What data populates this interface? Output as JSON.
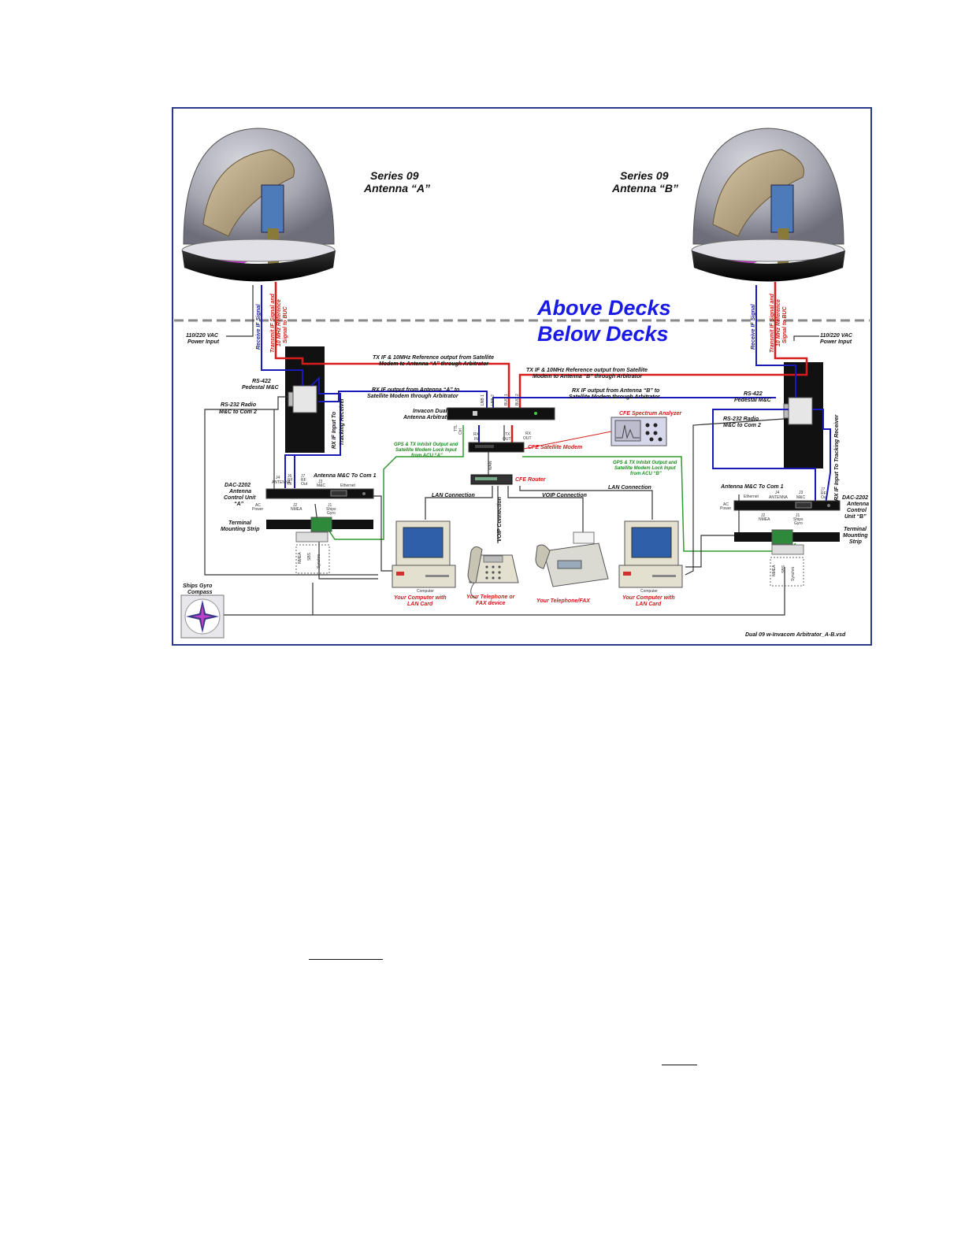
{
  "antenna_a": {
    "title_line1": "Series 09",
    "title_line2": "Antenna “A”"
  },
  "antenna_b": {
    "title_line1": "Series 09",
    "title_line2": "Antenna “B”"
  },
  "deck": {
    "above": "Above Decks",
    "below": "Below Decks"
  },
  "power_a": {
    "line1": "110/220 VAC",
    "line2": "Power Input"
  },
  "power_b": {
    "line1": "110/220 VAC",
    "line2": "Power Input"
  },
  "cable_a": {
    "rx_if": "Receive IF Signal",
    "tx_line1": "Transmit IF Signal and",
    "tx_line2": "10 MHz Reference",
    "tx_line3": "Signal to BUC"
  },
  "cable_b": {
    "rx_if": "Receive IF Signal",
    "tx_line1": "Transmit IF Signal and",
    "tx_line2": "10 MHz Reference",
    "tx_line3": "Signal to BUC"
  },
  "tx_ref_a": {
    "line1": "TX IF & 10MHz Reference output from Satellite",
    "line2": "Modem to Antenna “A” through Arbitrator"
  },
  "tx_ref_b": {
    "line1": "TX IF & 10MHz Reference output from Satellite",
    "line2": "Modem to Antenna “B” through Arbitrator"
  },
  "rx_out_a": {
    "line1": "RX IF output from Antenna “A” to",
    "line2": "Satellite Modem through Arbitrator"
  },
  "rx_out_b": {
    "line1": "RX IF output from Antenna “B” to",
    "line2": "Satellite Modem through Arbitrator"
  },
  "pedestal_a": {
    "line1": "RS-422",
    "line2": "Pedestal M&C"
  },
  "pedestal_b": {
    "line1": "RS-422",
    "line2": "Pedestal M&C"
  },
  "radio_a": {
    "line1": "RS-232 Radio",
    "line2": "M&C to Com 2"
  },
  "radio_b": {
    "line1": "RS-232 Radio",
    "line2": "M&C to Com 2"
  },
  "tracking_a": {
    "line1": "RX IF Input To",
    "line2": "Tracking Receiver"
  },
  "tracking_b": {
    "line1": "RX IF Input To Tracking Receiver"
  },
  "arbitrator": {
    "line1": "Invacon Dual",
    "line2": "Antenna Arbitrator",
    "port_lnb1": "LNB 1",
    "port_lnb2": "LNB 2",
    "port_buc1": "BUC 1",
    "port_buc2": "BUC 2",
    "port_ttl": "TTL",
    "port_ttl2": "Ctrl"
  },
  "modem": {
    "label": "CFE Satellite Modem",
    "rx_in": "RX",
    "rx_in2": "IN",
    "tx_out": "TX",
    "tx_out2": "OUT",
    "rx_out": "RX",
    "rx_out2": "OUT"
  },
  "spectrum": {
    "label": "CFE Spectrum Analyzer"
  },
  "router": {
    "label": "CFE Router",
    "wan": "WAN"
  },
  "gps_a": {
    "line1": "GPS & TX Inhibit Output and",
    "line2": "Satellite Modem Lock Input",
    "line3": "from ACU “A”"
  },
  "gps_b": {
    "line1": "GPS & TX Inhibit Output and",
    "line2": "Satellite Modem Lock Input",
    "line3": "from ACU “B”"
  },
  "acu_a": {
    "line1": "DAC-2202",
    "line2": "Antenna",
    "line3": "Control Unit",
    "line4": "“A”",
    "mc_com": "Antenna M&C To Com 1",
    "j4": "J4",
    "j4b": "ANTENNA",
    "j6": "J6",
    "j6b": "RF",
    "j6c": "IN",
    "j7": "J7",
    "j7b": "RF",
    "j7c": "Out",
    "j3": "J3",
    "j3b": "M&C",
    "eth": "Ethernet",
    "ac": "AC",
    "acb": "Power",
    "j2": "J2",
    "j2b": "NMEA",
    "j1": "J1",
    "j1b": "Ships",
    "j1c": "Gyro"
  },
  "acu_b": {
    "line1": "DAC-2202",
    "line2": "Antenna",
    "line3": "Control",
    "line4": "Unit “B”",
    "mc_com": "Antenna M&C To Com 1",
    "eth": "Ethernet",
    "j4": "J4",
    "j4b": "ANTENNA",
    "j3": "J3",
    "j3b": "M&C",
    "j7": "J7",
    "j7b": "RF",
    "j7c": "Out",
    "ac": "AC",
    "acb": "Power",
    "j2": "J2",
    "j2b": "NMEA",
    "j1": "J1",
    "j1b": "Ships",
    "j1c": "Gyro"
  },
  "terminal_a": {
    "line1": "Terminal",
    "line2": "Mounting Strip"
  },
  "terminal_b": {
    "line1": "Terminal",
    "line2": "Mounting",
    "line3": "Strip"
  },
  "gyro_leads_a": {
    "nmea": "NMEA",
    "sbs": "SBS",
    "synchro": "Synchro"
  },
  "gyro_leads_b": {
    "nmea": "NMEA",
    "sbs": "SBS",
    "synchro": "Synchro"
  },
  "network": {
    "lan_a": "LAN Connection",
    "voip": "VOIP Connection",
    "voip_v": "VOIP Connection",
    "lan_b": "LAN Connection"
  },
  "computer_a": {
    "tag": "Computer",
    "line1": "Your Computer with",
    "line2": "LAN Card"
  },
  "computer_b": {
    "tag": "Computer",
    "line1": "Your Computer with",
    "line2": "LAN Card"
  },
  "phone": {
    "line1": "Your Telephone or",
    "line2": "FAX device"
  },
  "fax": {
    "label": "Your Telephone/FAX"
  },
  "gyro": {
    "line1": "Ships Gyro",
    "line2": "Compass"
  },
  "filename": "Dual 09 w-Invacom Arbitrator_A-B.vsd",
  "colors": {
    "rx_if": "#1a1ab8",
    "tx_if": "#d81c1c",
    "gps": "#2e9a2e",
    "border": "#2a3a8a",
    "deck": "#1a1ae6",
    "dome": "#9a9aa6"
  },
  "icons": [
    "antenna-dome-icon",
    "rack-icon",
    "pedestal-box-icon",
    "arbitrator-icon",
    "satellite-modem-icon",
    "spectrum-analyzer-icon",
    "router-icon",
    "acu-icon",
    "terminal-strip-icon",
    "computer-icon",
    "telephone-icon",
    "fax-icon",
    "compass-icon"
  ]
}
